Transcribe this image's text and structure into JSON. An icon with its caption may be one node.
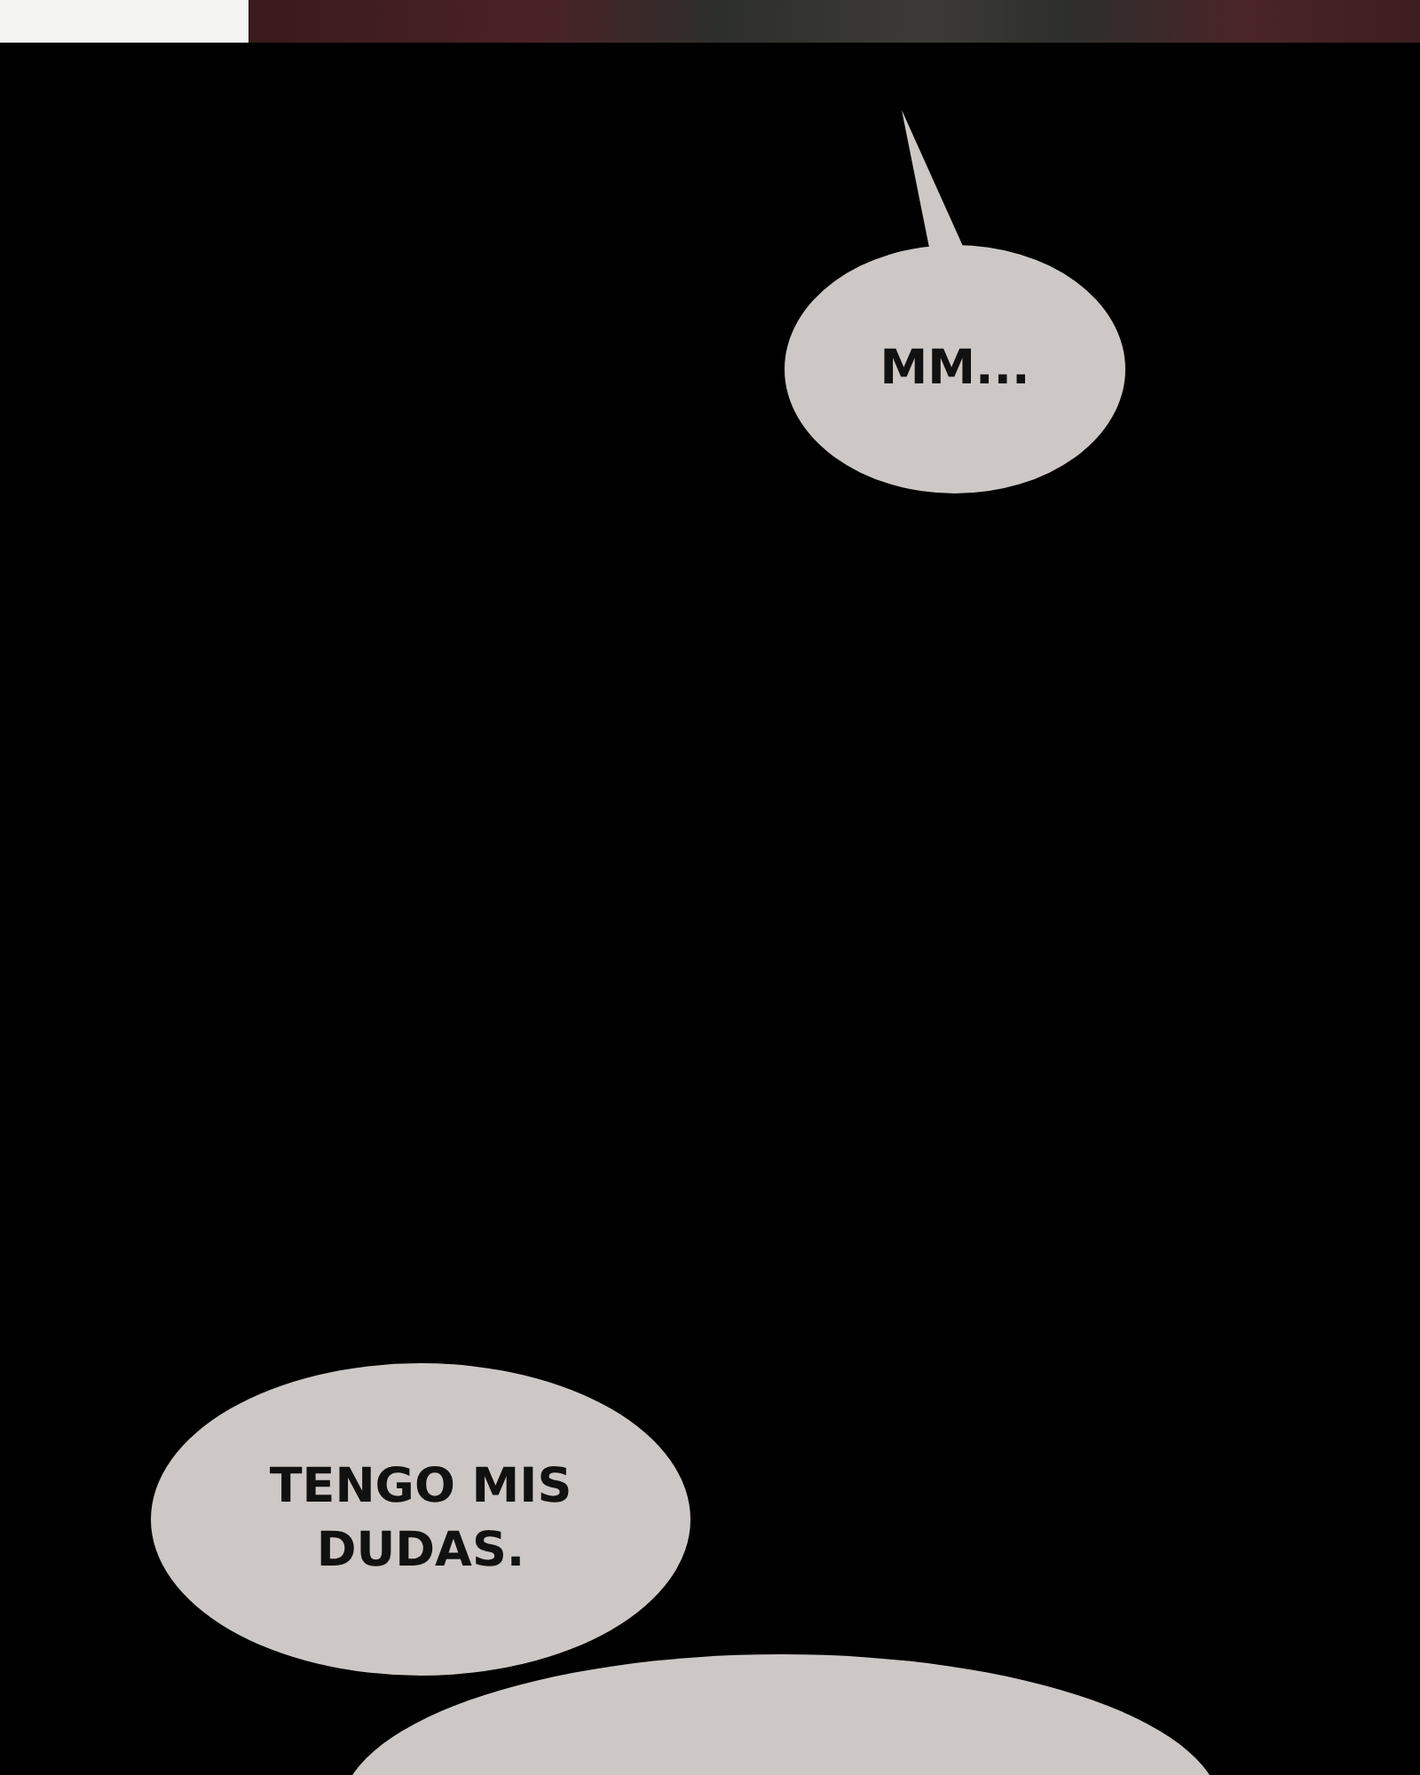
{
  "diagram": {
    "nodes": [
      {
        "text": [
          "MM..."
        ]
      },
      {
        "text": [
          "TENGO MIS DUDAS."
        ]
      },
      {
        "text": [],
        "shape": "ellipse"
      }
    ]
  }
}
